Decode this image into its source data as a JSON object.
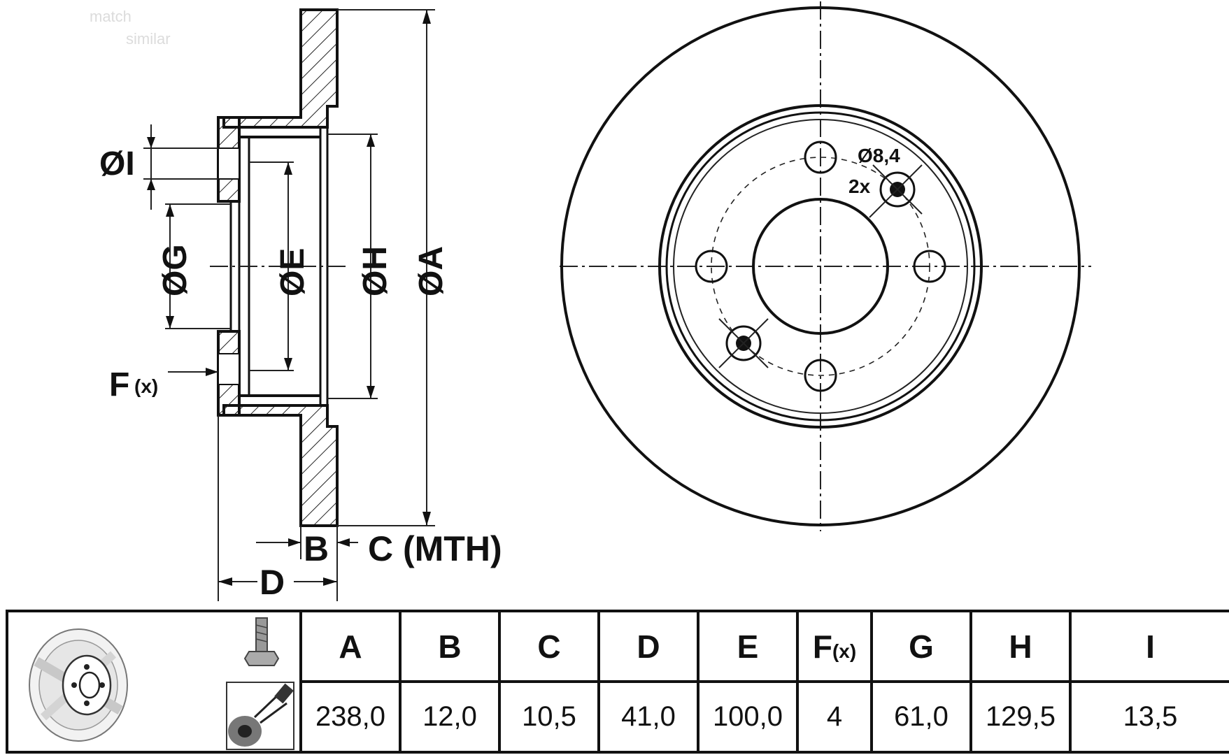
{
  "watermark": {
    "line1": "match",
    "line2": "similar"
  },
  "drawing_labels": {
    "dia_i": "ØI",
    "dia_g": "ØG",
    "dia_e": "ØE",
    "dia_h": "ØH",
    "dia_a": "ØA",
    "f": "F",
    "f_sub": "(x)",
    "b": "B",
    "c_mth": "C (MTH)",
    "d": "D",
    "hole_dia": "Ø8,4",
    "hole_count": "2x"
  },
  "table": {
    "headers": [
      {
        "key": "A",
        "label": "A"
      },
      {
        "key": "B",
        "label": "B"
      },
      {
        "key": "C",
        "label": "C"
      },
      {
        "key": "D",
        "label": "D"
      },
      {
        "key": "E",
        "label": "E"
      },
      {
        "key": "F",
        "label": "F",
        "sub": "(x)"
      },
      {
        "key": "G",
        "label": "G"
      },
      {
        "key": "H",
        "label": "H"
      },
      {
        "key": "I",
        "label": "I"
      }
    ],
    "values": [
      "238,0",
      "12,0",
      "10,5",
      "41,0",
      "100,0",
      "4",
      "61,0",
      "129,5",
      "13,5"
    ]
  },
  "colors": {
    "line": "#111111",
    "background": "#ffffff",
    "watermark": "#dcdcdc"
  },
  "icons": [
    "brake-disc-thumbnail-icon",
    "wheel-bolt-icon",
    "spray-cleaning-icon"
  ]
}
